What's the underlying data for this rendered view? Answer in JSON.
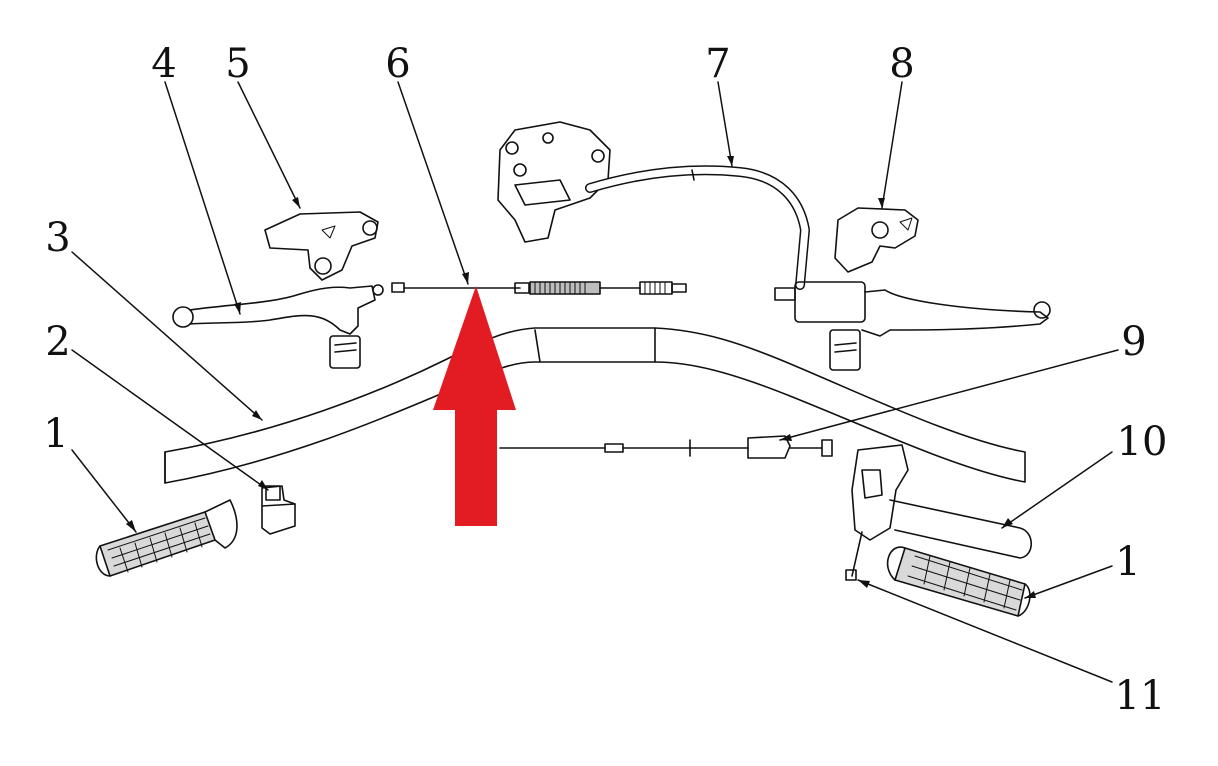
{
  "diagram": {
    "callouts": [
      {
        "id": "c1_left",
        "label": "1"
      },
      {
        "id": "c2",
        "label": "2"
      },
      {
        "id": "c3",
        "label": "3"
      },
      {
        "id": "c4",
        "label": "4"
      },
      {
        "id": "c5",
        "label": "5"
      },
      {
        "id": "c6",
        "label": "6"
      },
      {
        "id": "c7",
        "label": "7"
      },
      {
        "id": "c8",
        "label": "8"
      },
      {
        "id": "c9",
        "label": "9"
      },
      {
        "id": "c10",
        "label": "10"
      },
      {
        "id": "c1_right",
        "label": "1"
      },
      {
        "id": "c11",
        "label": "11"
      }
    ],
    "highlight_color": "#e31b23",
    "line_color": "#111111"
  }
}
